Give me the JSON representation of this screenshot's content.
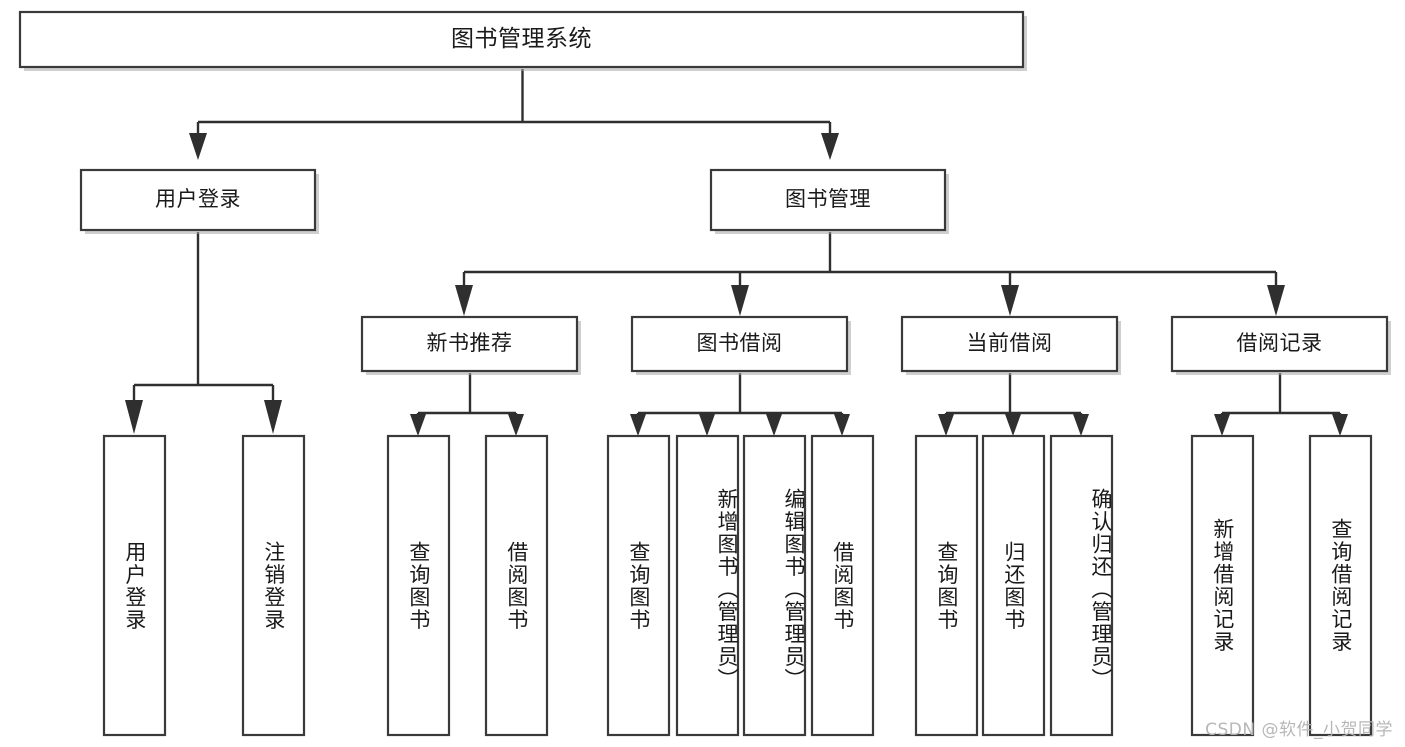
{
  "diagram": {
    "type": "tree-hierarchy",
    "title": "图书管理系统",
    "orientation": "top-down",
    "colors": {
      "box_stroke": "#3a3a3a",
      "box_fill": "#ffffff",
      "connector": "#2f2f2f",
      "text": "#1a1a1a",
      "watermark": "#b4b4b4",
      "background": "#ffffff"
    },
    "levels": {
      "root": {
        "label": "图书管理系统"
      },
      "level2": [
        {
          "label": "用户登录"
        },
        {
          "label": "图书管理"
        }
      ],
      "level3": [
        {
          "label": "新书推荐"
        },
        {
          "label": "图书借阅"
        },
        {
          "label": "当前借阅"
        },
        {
          "label": "借阅记录"
        }
      ],
      "leaves": [
        {
          "label": "用户登录",
          "parent": "用户登录"
        },
        {
          "label": "注销登录",
          "parent": "用户登录"
        },
        {
          "label": "查询图书",
          "parent": "新书推荐"
        },
        {
          "label": "借阅图书",
          "parent": "新书推荐"
        },
        {
          "label": "查询图书",
          "parent": "图书借阅"
        },
        {
          "label": "新增图书（管理员）",
          "parent": "图书借阅"
        },
        {
          "label": "编辑图书（管理员）",
          "parent": "图书借阅"
        },
        {
          "label": "借阅图书",
          "parent": "图书借阅"
        },
        {
          "label": "查询图书",
          "parent": "当前借阅"
        },
        {
          "label": "归还图书",
          "parent": "当前借阅"
        },
        {
          "label": "确认归还（管理员）",
          "parent": "当前借阅"
        },
        {
          "label": "新增借阅记录",
          "parent": "借阅记录"
        },
        {
          "label": "查询借阅记录",
          "parent": "借阅记录"
        }
      ]
    }
  },
  "watermark": {
    "text": "CSDN @软件_小贺同学"
  }
}
